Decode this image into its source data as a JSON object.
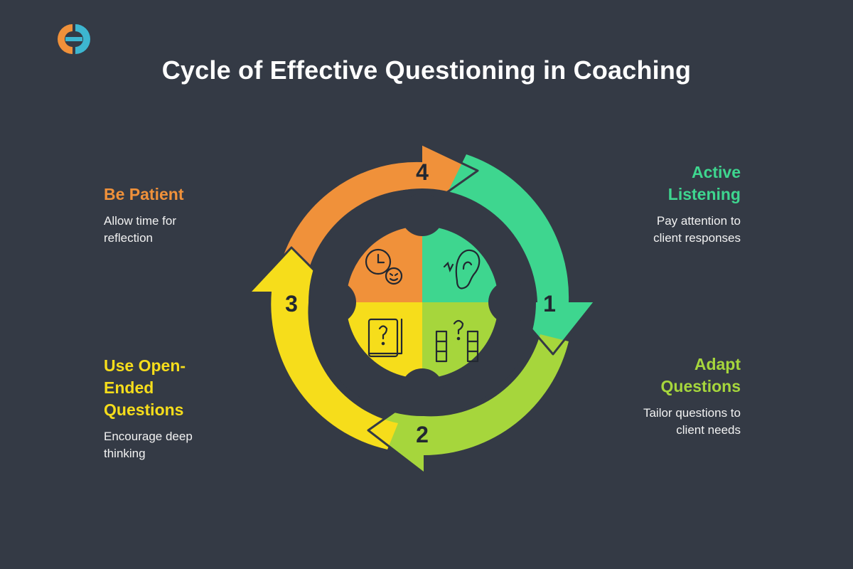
{
  "title": "Cycle of Effective Questioning in Coaching",
  "colors": {
    "background": "#343a45",
    "orange": "#f0913a",
    "teal": "#3ed68f",
    "green": "#a6d63c",
    "yellow": "#f6dd1b",
    "logo_orange": "#f0913a",
    "logo_blue": "#3db6d0"
  },
  "steps": [
    {
      "number": "1",
      "heading": "Active Listening",
      "description": "Pay attention to client responses",
      "color": "#3ed68f",
      "icon": "ear-icon"
    },
    {
      "number": "2",
      "heading": "Adapt Questions",
      "description": "Tailor questions to client needs",
      "color": "#a6d63c",
      "icon": "question-blocks-icon"
    },
    {
      "number": "3",
      "heading": "Use Open-Ended Questions",
      "description": "Encourage deep thinking",
      "color": "#f6dd1b",
      "icon": "question-book-icon"
    },
    {
      "number": "4",
      "heading": "Be Patient",
      "description": "Allow time for reflection",
      "color": "#f0913a",
      "icon": "clock-face-icon"
    }
  ]
}
